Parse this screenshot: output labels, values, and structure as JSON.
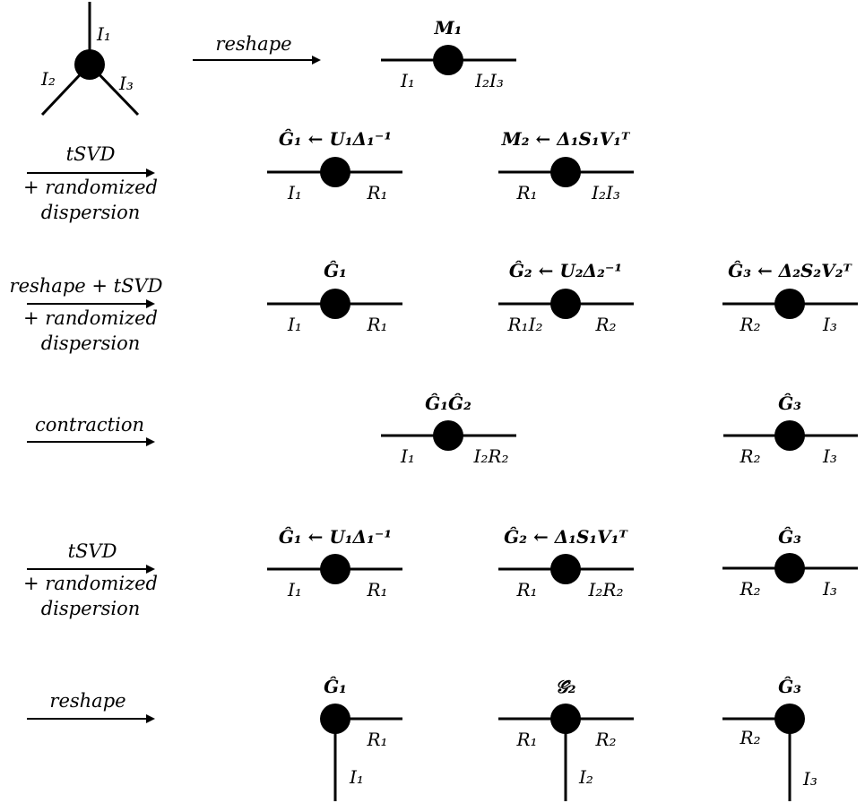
{
  "ops": {
    "op1": "reshape",
    "op2_line1": "tSVD",
    "op2_line2": "+ randomized",
    "op2_line3": "dispersion",
    "op3_line1": "reshape + tSVD",
    "op3_line2": "+ randomized",
    "op3_line3": "dispersion",
    "op4": "contraction",
    "op5_line1": "tSVD",
    "op5_line2": "+ randomized",
    "op5_line3": "dispersion",
    "op6": "reshape"
  },
  "row1": {
    "t_i1": "I₁",
    "t_i2": "I₂",
    "t_i3": "I₃",
    "m1_title": "M₁",
    "m1_left": "I₁",
    "m1_right": "I₂I₃"
  },
  "row2": {
    "a_title": "Ĝ₁ ← U₁Δ₁⁻¹",
    "a_left": "I₁",
    "a_right": "R₁",
    "b_title": "M₂ ← Δ₁S₁V₁ᵀ",
    "b_left": "R₁",
    "b_right": "I₂I₃"
  },
  "row3": {
    "a_title": "Ĝ₁",
    "a_left": "I₁",
    "a_right": "R₁",
    "b_title": "Ĝ₂ ← U₂Δ₂⁻¹",
    "b_left": "R₁I₂",
    "b_right": "R₂",
    "c_title": "Ĝ₃ ← Δ₂S₂V₂ᵀ",
    "c_left": "R₂",
    "c_right": "I₃"
  },
  "row4": {
    "a_title": "Ĝ₁Ĝ₂",
    "a_left": "I₁",
    "a_right": "I₂R₂",
    "c_title": "Ĝ₃",
    "c_left": "R₂",
    "c_right": "I₃"
  },
  "row5": {
    "a_title": "Ĝ₁ ← U₁Δ₁⁻¹",
    "a_left": "I₁",
    "a_right": "R₁",
    "b_title": "Ĝ₂ ← Δ₁S₁V₁ᵀ",
    "b_left": "R₁",
    "b_right": "I₂R₂",
    "c_title": "Ĝ₃",
    "c_left": "R₂",
    "c_right": "I₃"
  },
  "row6": {
    "a_title": "Ĝ₁",
    "a_right": "R₁",
    "a_down": "I₁",
    "b_title": "𝒢̂₂",
    "b_left": "R₁",
    "b_right": "R₂",
    "b_down": "I₂",
    "c_title": "Ĝ₃",
    "c_left": "R₂",
    "c_down": "I₃"
  }
}
